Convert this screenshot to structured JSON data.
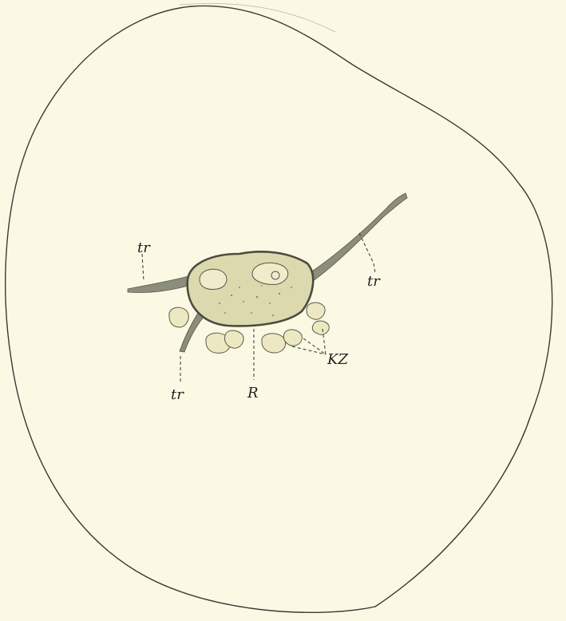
{
  "labels": {
    "tr_left": "tr",
    "tr_right": "tr",
    "tr_bottom": "tr",
    "R": "R",
    "KZ": "KZ"
  },
  "colors": {
    "background": "#fbf9e4",
    "outline": "#3a3a36",
    "cell_fill": "#ddd9ae",
    "ink": "#222222"
  }
}
